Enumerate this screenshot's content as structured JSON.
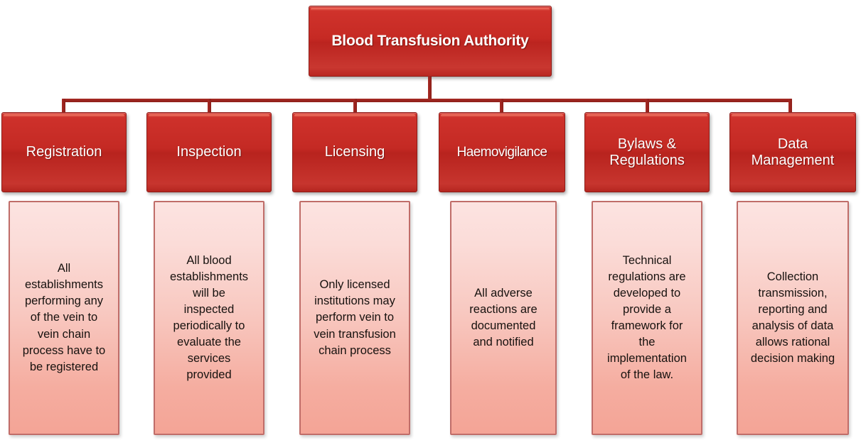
{
  "diagram": {
    "title": "Blood Transfusion Authority",
    "type": "organizational-hierarchy-chart",
    "colors": {
      "header_red": "#c42a24",
      "header_red_dark": "#b8231e",
      "connector_red": "#9e2420",
      "panel_pink_top": "#fce3e1",
      "panel_pink_bottom": "#f4a496",
      "panel_border": "#c06d69",
      "header_text": "#ffffff",
      "body_text": "#17120f",
      "background": "#ffffff"
    },
    "branches": [
      {
        "id": "registration",
        "header": "Registration",
        "body": "All\nestablishments\nperforming any\nof the vein to\nvein chain\nprocess have to\nbe registered"
      },
      {
        "id": "inspection",
        "header": "Inspection",
        "body": "All blood\nestablishments\nwill be\ninspected\nperiodically to\nevaluate the\nservices\nprovided"
      },
      {
        "id": "licensing",
        "header": "Licensing",
        "body": "Only licensed\ninstitutions may\nperform vein to\nvein transfusion\nchain process"
      },
      {
        "id": "haemovigilance",
        "header": "Haemovigilance",
        "body": "All adverse\nreactions are\ndocumented\nand notified"
      },
      {
        "id": "bylaws-regulations",
        "header": "Bylaws &\nRegulations",
        "body": "Technical\nregulations are\ndeveloped to\nprovide a\nframework for\nthe\nimplementation\nof the law."
      },
      {
        "id": "data-management",
        "header": "Data\nManagement",
        "body": "Collection\ntransmission,\nreporting and\nanalysis of data\nallows rational\ndecision making"
      }
    ]
  }
}
